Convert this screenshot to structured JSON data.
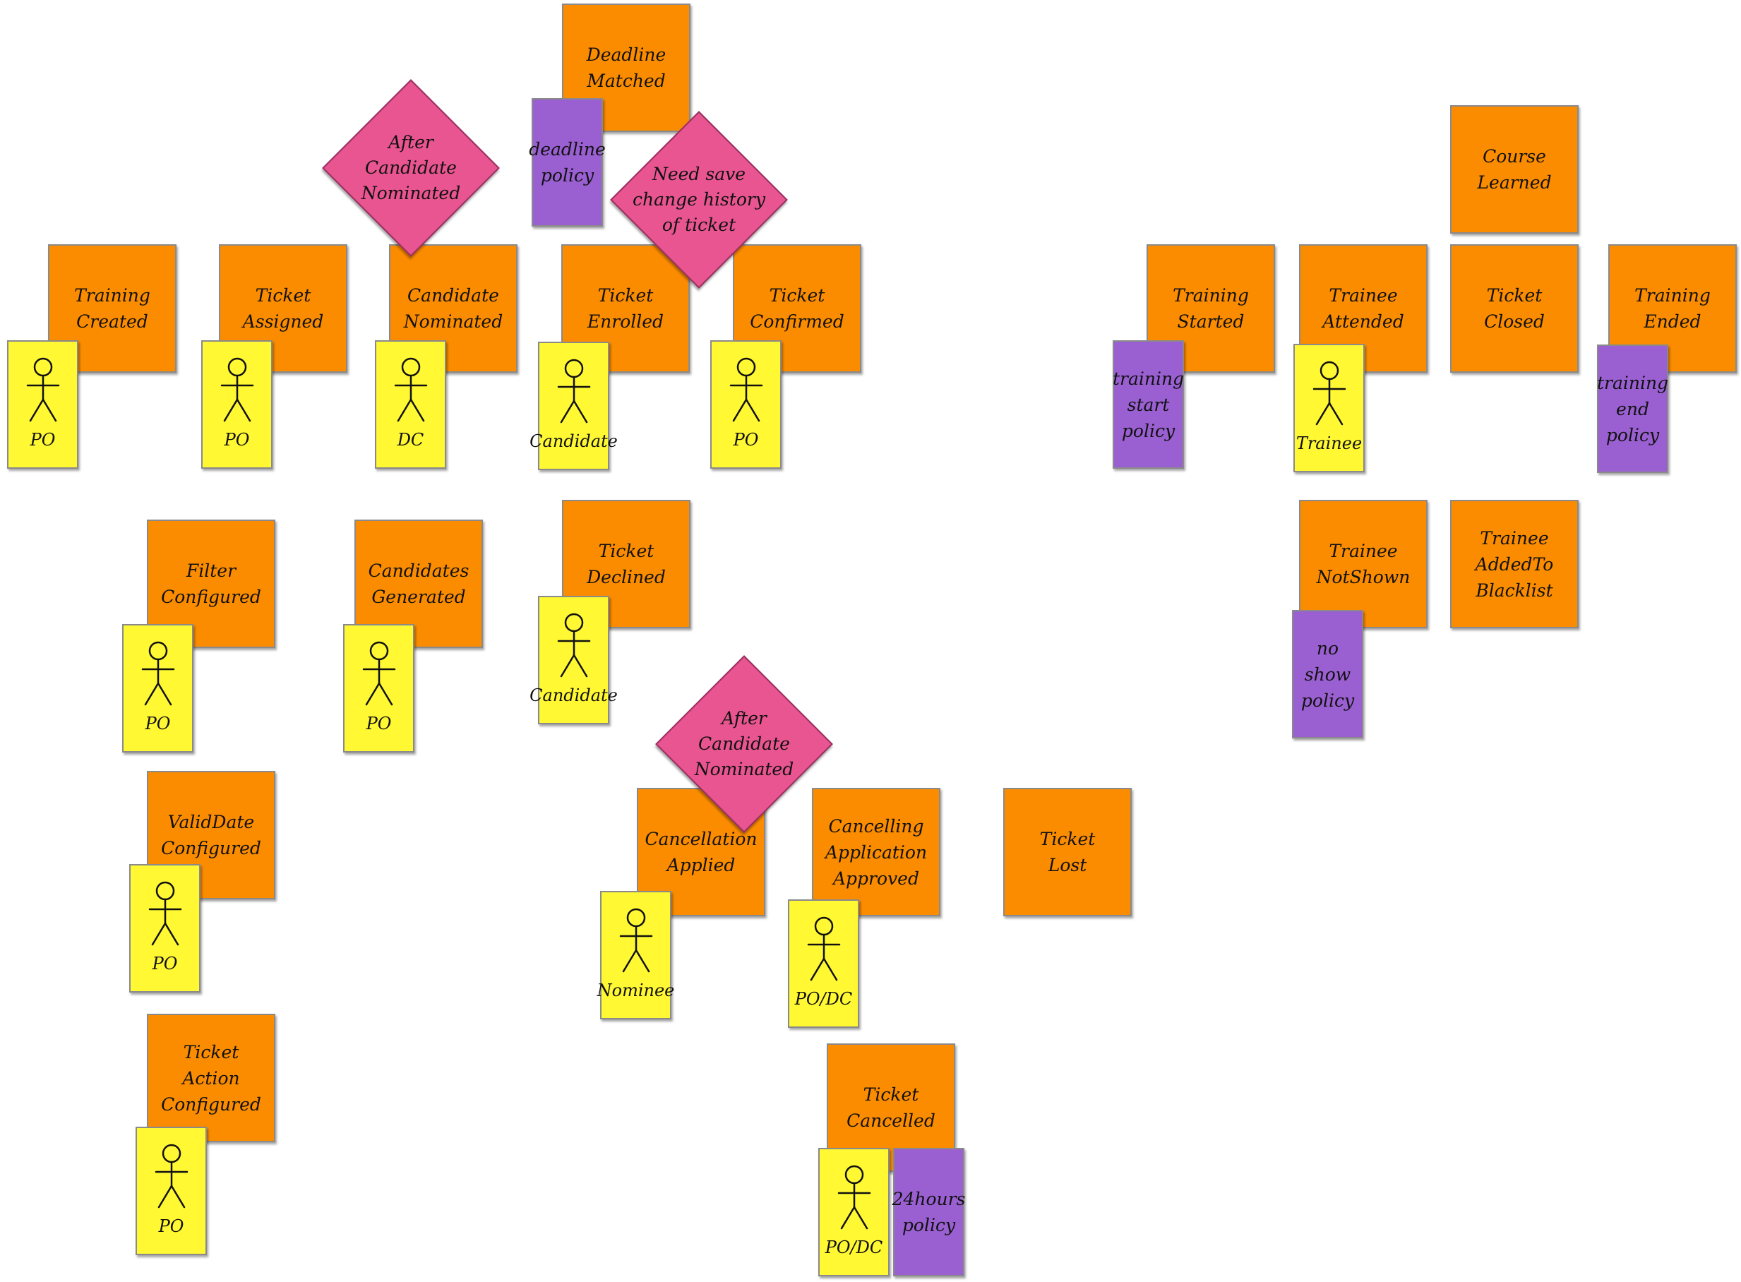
{
  "colors": {
    "event": "#fb8c00",
    "actor": "#fff833",
    "policy": "#9a60d2",
    "constraint": "#e85590"
  },
  "events": [
    {
      "key": "deadline-matched",
      "label": "Deadline\nMatched"
    },
    {
      "key": "course-learned",
      "label": "Course\nLearned"
    },
    {
      "key": "training-created",
      "label": "Training\nCreated"
    },
    {
      "key": "ticket-assigned",
      "label": "Ticket\nAssigned"
    },
    {
      "key": "candidate-nominated",
      "label": "Candidate\nNominated"
    },
    {
      "key": "ticket-enrolled",
      "label": "Ticket\nEnrolled"
    },
    {
      "key": "ticket-confirmed",
      "label": "Ticket\nConfirmed"
    },
    {
      "key": "training-started",
      "label": "Training\nStarted"
    },
    {
      "key": "trainee-attended",
      "label": "Trainee\nAttended"
    },
    {
      "key": "ticket-closed",
      "label": "Ticket\nClosed"
    },
    {
      "key": "training-ended",
      "label": "Training\nEnded"
    },
    {
      "key": "filter-configured",
      "label": "Filter\nConfigured"
    },
    {
      "key": "candidates-generated",
      "label": "Candidates\nGenerated"
    },
    {
      "key": "ticket-declined",
      "label": "Ticket\nDeclined"
    },
    {
      "key": "trainee-notshown",
      "label": "Trainee\nNotShown"
    },
    {
      "key": "trainee-addedto-blacklist",
      "label": "Trainee\nAddedTo\nBlacklist"
    },
    {
      "key": "validdate-configured",
      "label": "ValidDate\nConfigured"
    },
    {
      "key": "cancellation-applied",
      "label": "Cancellation\nApplied"
    },
    {
      "key": "cancelling-application-approved",
      "label": "Cancelling\nApplication\nApproved"
    },
    {
      "key": "ticket-lost",
      "label": "Ticket\nLost"
    },
    {
      "key": "ticket-action-configured",
      "label": "Ticket\nAction\nConfigured"
    },
    {
      "key": "ticket-cancelled",
      "label": "Ticket\nCancelled"
    }
  ],
  "policies": [
    {
      "key": "deadline-policy",
      "label": "deadline\npolicy"
    },
    {
      "key": "training-start-policy",
      "label": "training\nstart\npolicy"
    },
    {
      "key": "training-end-policy",
      "label": "training\nend\npolicy"
    },
    {
      "key": "no-show-policy",
      "label": "no show\npolicy"
    },
    {
      "key": "24hours-policy",
      "label": "24hours\npolicy"
    }
  ],
  "constraints": [
    {
      "key": "after-candidate-nominated-top",
      "label": "After\nCandidate\nNominated"
    },
    {
      "key": "need-save-change-history",
      "label": "Need save\nchange history\nof ticket"
    },
    {
      "key": "after-candidate-nominated-bottom",
      "label": "After\nCandidate\nNominated"
    }
  ],
  "actors": [
    {
      "key": "po-1",
      "label": "PO"
    },
    {
      "key": "po-2",
      "label": "PO"
    },
    {
      "key": "dc-1",
      "label": "DC"
    },
    {
      "key": "candidate-1",
      "label": "Candidate"
    },
    {
      "key": "po-3",
      "label": "PO"
    },
    {
      "key": "trainee-1",
      "label": "Trainee"
    },
    {
      "key": "po-4",
      "label": "PO"
    },
    {
      "key": "po-5",
      "label": "PO"
    },
    {
      "key": "candidate-2",
      "label": "Candidate"
    },
    {
      "key": "po-6",
      "label": "PO"
    },
    {
      "key": "nominee-1",
      "label": "Nominee"
    },
    {
      "key": "po-dc-1",
      "label": "PO/DC"
    },
    {
      "key": "po-7",
      "label": "PO"
    },
    {
      "key": "po-dc-2",
      "label": "PO/DC"
    }
  ]
}
